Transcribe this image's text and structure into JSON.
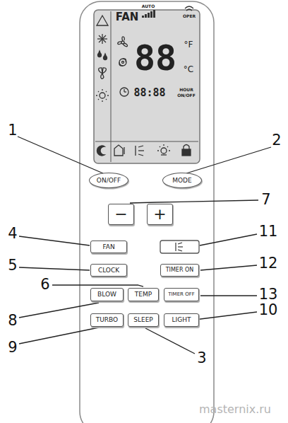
{
  "diagram": {
    "nodes": [
      {
        "text": [
          "ON/OFF"
        ]
      },
      {
        "text": [
          "MODE"
        ]
      },
      {
        "text": [
          "−"
        ]
      },
      {
        "text": [
          "+"
        ]
      },
      {
        "text": [
          "FAN"
        ]
      },
      {
        "text": [
          "CLOCK"
        ]
      },
      {
        "text": [
          "TIMER ON"
        ]
      },
      {
        "text": [
          "BLOW"
        ]
      },
      {
        "text": [
          "TEMP"
        ]
      },
      {
        "text": [
          "TIMER OFF"
        ]
      },
      {
        "text": [
          "TURBO"
        ]
      },
      {
        "text": [
          "SLEEP"
        ]
      },
      {
        "text": [
          "LIGHT"
        ]
      }
    ],
    "labels": [
      "FAN",
      "AUTO",
      "OPER",
      "88",
      "°F",
      "°C",
      "88:88",
      "HOUR",
      "ON/OFF",
      "1",
      "2",
      "7",
      "4",
      "11",
      "5",
      "12",
      "6",
      "13",
      "8",
      "10",
      "9",
      "3",
      "masternix.ru"
    ]
  }
}
